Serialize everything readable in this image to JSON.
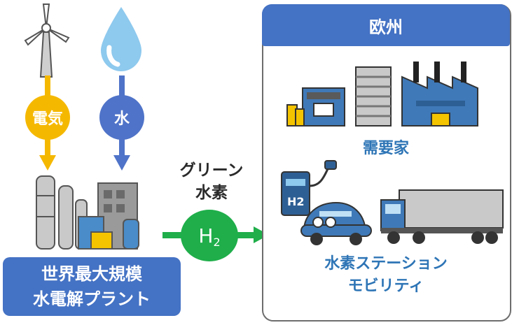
{
  "inputs": {
    "electricity_label": "電気",
    "water_label": "水"
  },
  "plant": {
    "line1": "世界最大規模",
    "line2": "水電解プラント"
  },
  "hydrogen": {
    "line1": "グリーン",
    "line2": "水素",
    "symbol": "H",
    "subscript": "2"
  },
  "europe": {
    "title": "欧州",
    "consumers_label": "需要家",
    "mobility_line1": "水素ステーション",
    "mobility_line2": "モビリティ",
    "h2_sign": "H2"
  },
  "colors": {
    "electricity": "#f5b800",
    "water": "#4f73c8",
    "hydrogen": "#1fae4a",
    "accent_blue": "#4472c4"
  }
}
